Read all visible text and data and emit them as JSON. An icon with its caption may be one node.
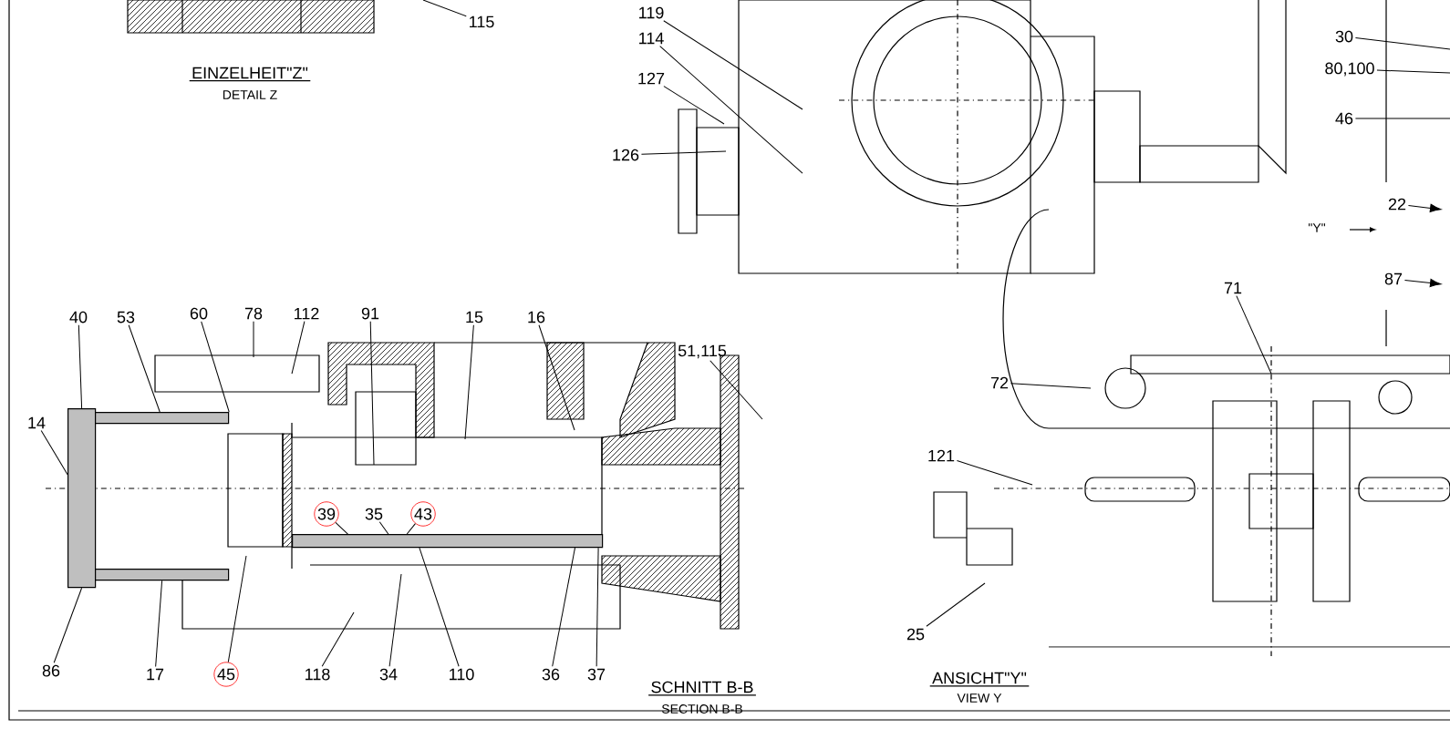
{
  "diagram": {
    "nodes": [
      {
        "text": [
          "115"
        ]
      },
      {
        "text": [
          "119"
        ]
      },
      {
        "text": [
          "114"
        ]
      },
      {
        "text": [
          "127"
        ]
      },
      {
        "text": [
          "126"
        ]
      },
      {
        "text": [
          "30"
        ]
      },
      {
        "text": [
          "80,100"
        ]
      },
      {
        "text": [
          "46"
        ]
      },
      {
        "text": [
          "22"
        ]
      },
      {
        "text": [
          "87"
        ]
      },
      {
        "text": [
          "40"
        ]
      },
      {
        "text": [
          "53"
        ]
      },
      {
        "text": [
          "60"
        ]
      },
      {
        "text": [
          "78"
        ]
      },
      {
        "text": [
          "112"
        ]
      },
      {
        "text": [
          "91"
        ]
      },
      {
        "text": [
          "15"
        ]
      },
      {
        "text": [
          "16"
        ]
      },
      {
        "text": [
          "51,115"
        ]
      },
      {
        "text": [
          "71"
        ]
      },
      {
        "text": [
          "72"
        ]
      },
      {
        "text": [
          "14"
        ]
      },
      {
        "text": [
          "121"
        ]
      },
      {
        "text": [
          "39"
        ]
      },
      {
        "text": [
          "35"
        ]
      },
      {
        "text": [
          "43"
        ]
      },
      {
        "text": [
          "25"
        ]
      },
      {
        "text": [
          "86"
        ]
      },
      {
        "text": [
          "17"
        ]
      },
      {
        "text": [
          "45"
        ]
      },
      {
        "text": [
          "118"
        ]
      },
      {
        "text": [
          "34"
        ]
      },
      {
        "text": [
          "110"
        ]
      },
      {
        "text": [
          "36"
        ]
      },
      {
        "text": [
          "37"
        ]
      },
      {
        "text": [],
        "shape": "box"
      },
      {
        "text": [],
        "shape": "box"
      },
      {
        "text": [],
        "shape": "box"
      },
      {
        "text": [],
        "shape": "box"
      }
    ],
    "edges": [
      {
        "from": 0,
        "to": null,
        "arrow": "none"
      },
      {
        "from": 1,
        "to": null,
        "arrow": "none"
      },
      {
        "from": 2,
        "to": null,
        "arrow": "none"
      },
      {
        "from": 3,
        "to": null,
        "arrow": "none"
      },
      {
        "from": 4,
        "to": null,
        "arrow": "none"
      },
      {
        "from": 5,
        "to": null,
        "arrow": "none"
      },
      {
        "from": 6,
        "to": null,
        "arrow": "none"
      },
      {
        "from": 7,
        "to": null,
        "arrow": "none"
      },
      {
        "from": 8,
        "to": null,
        "arrow": "to"
      },
      {
        "from": 9,
        "to": null,
        "arrow": "to"
      },
      {
        "from": 10,
        "to": 35,
        "arrow": "none"
      },
      {
        "from": 11,
        "to": 36,
        "arrow": "none"
      },
      {
        "from": 12,
        "to": 36,
        "arrow": "none"
      },
      {
        "from": 13,
        "to": null,
        "arrow": "none"
      },
      {
        "from": 14,
        "to": null,
        "arrow": "none"
      },
      {
        "from": 15,
        "to": null,
        "arrow": "none"
      },
      {
        "from": 16,
        "to": null,
        "arrow": "none"
      },
      {
        "from": 17,
        "to": null,
        "arrow": "none"
      },
      {
        "from": 18,
        "to": null,
        "arrow": "none"
      },
      {
        "from": 19,
        "to": null,
        "arrow": "none"
      },
      {
        "from": 20,
        "to": null,
        "arrow": "none"
      },
      {
        "from": 21,
        "to": 35,
        "arrow": "none"
      },
      {
        "from": 22,
        "to": null,
        "arrow": "none"
      },
      {
        "from": 23,
        "to": 38,
        "arrow": "none"
      },
      {
        "from": 24,
        "to": 38,
        "arrow": "none"
      },
      {
        "from": 25,
        "to": 38,
        "arrow": "none"
      },
      {
        "from": 26,
        "to": null,
        "arrow": "none"
      },
      {
        "from": 27,
        "to": 35,
        "arrow": "none"
      },
      {
        "from": 28,
        "to": 37,
        "arrow": "none"
      },
      {
        "from": 29,
        "to": null,
        "arrow": "none"
      },
      {
        "from": 30,
        "to": null,
        "arrow": "none"
      },
      {
        "from": 31,
        "to": null,
        "arrow": "none"
      },
      {
        "from": 32,
        "to": 38,
        "arrow": "none"
      },
      {
        "from": 33,
        "to": 38,
        "arrow": "none"
      },
      {
        "from": 34,
        "to": 38,
        "arrow": "none"
      }
    ],
    "labels": [
      "EINZELHEIT\"Z\"",
      "DETAIL Z",
      "\"Y\"",
      "SCHNITT B-B",
      "SECTION B-B",
      "ANSICHT\"Y\"",
      "VIEW Y"
    ]
  }
}
